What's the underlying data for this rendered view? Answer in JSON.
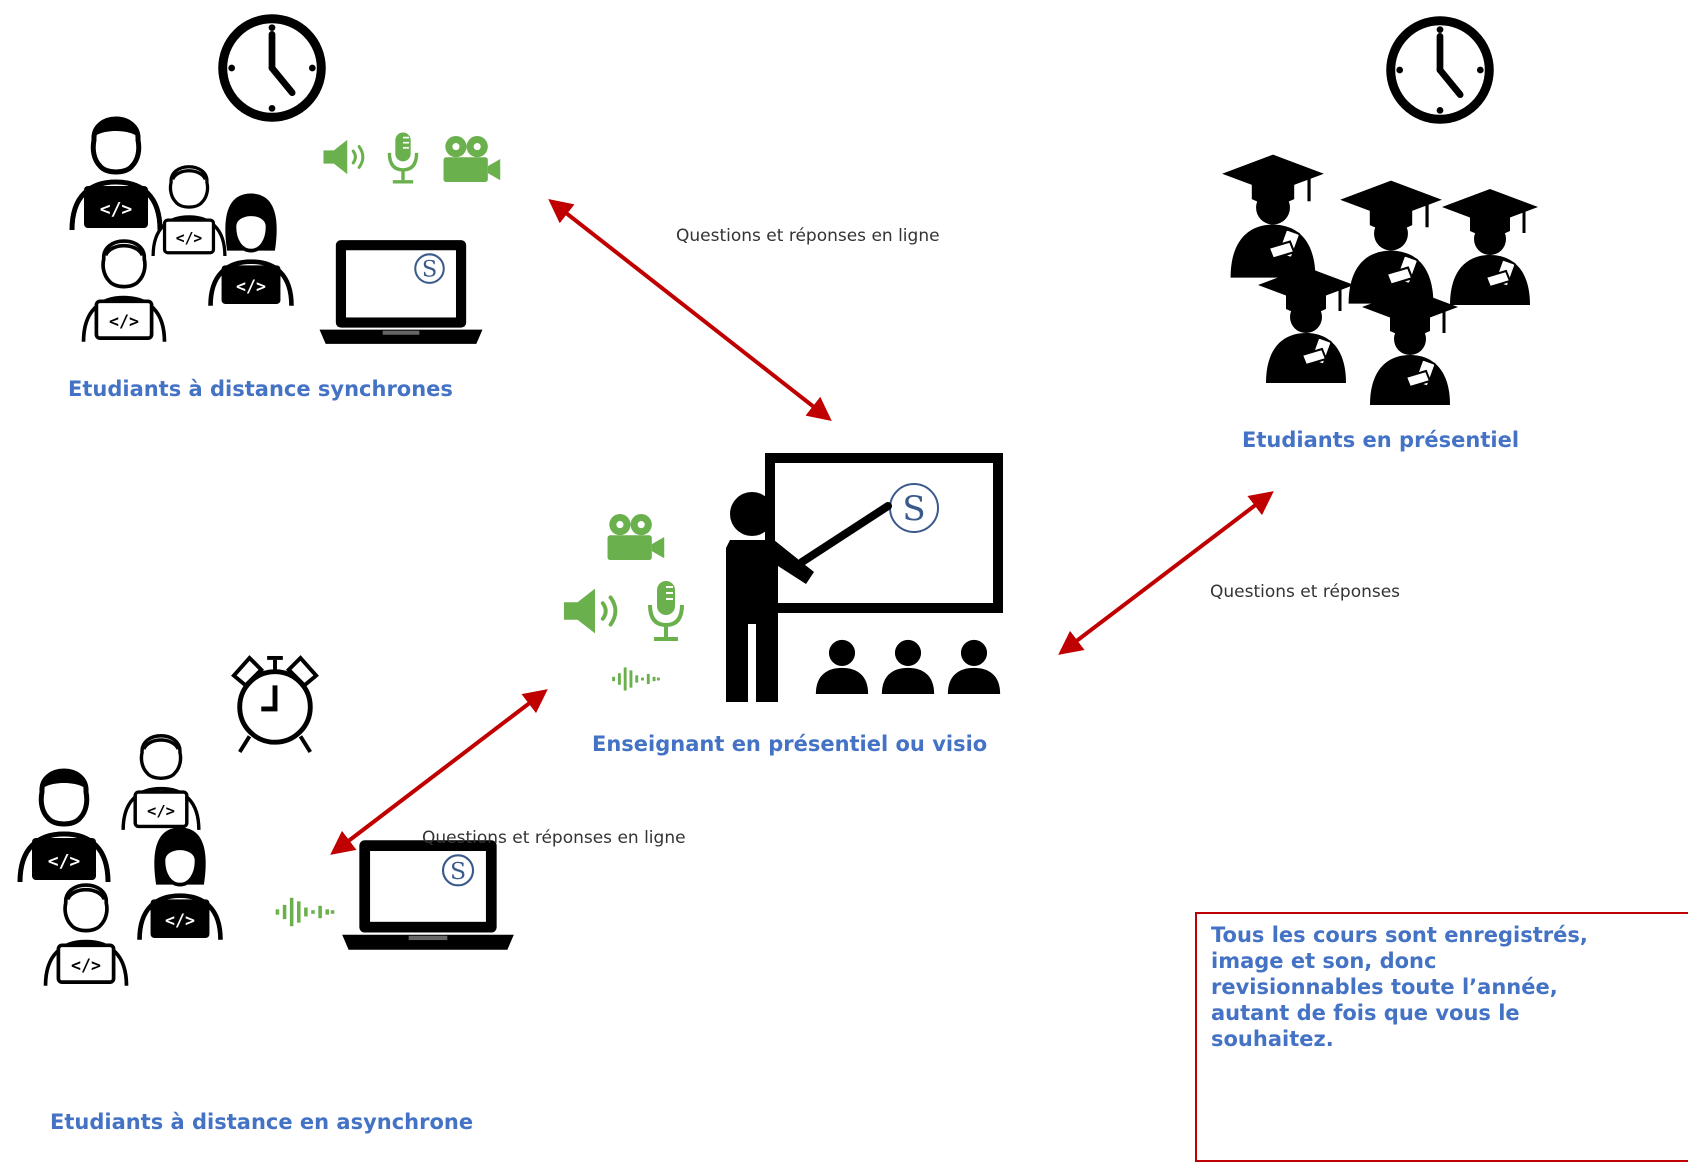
{
  "colors": {
    "label_blue": "#4472c4",
    "arrow_red": "#c00000",
    "media_green": "#6ab04c",
    "icon_black": "#000000"
  },
  "labels": {
    "sync_students": "Etudiants à distance synchrones",
    "presential_students": "Etudiants en présentiel",
    "teacher": "Enseignant en présentiel ou visio",
    "async_students": "Etudiants à distance en asynchrone"
  },
  "arrows": {
    "sync_qa": "Questions et réponses en ligne",
    "presential_qa": "Questions et réponses",
    "async_qa": "Questions et réponses en ligne"
  },
  "note": {
    "lines": [
      "Tous les cours sont enregistrés,",
      "image et son, donc",
      "revisionnables toute l’année,",
      "autant de fois que vous le",
      "souhaitez."
    ]
  },
  "icons": {
    "clock": "clock-icon",
    "alarm": "alarm-clock-icon",
    "speaker": "speaker-icon",
    "microphone": "microphone-icon",
    "camera": "video-camera-icon",
    "waveform": "audio-waveform-icon",
    "laptop": "laptop-icon",
    "logo": "S"
  }
}
